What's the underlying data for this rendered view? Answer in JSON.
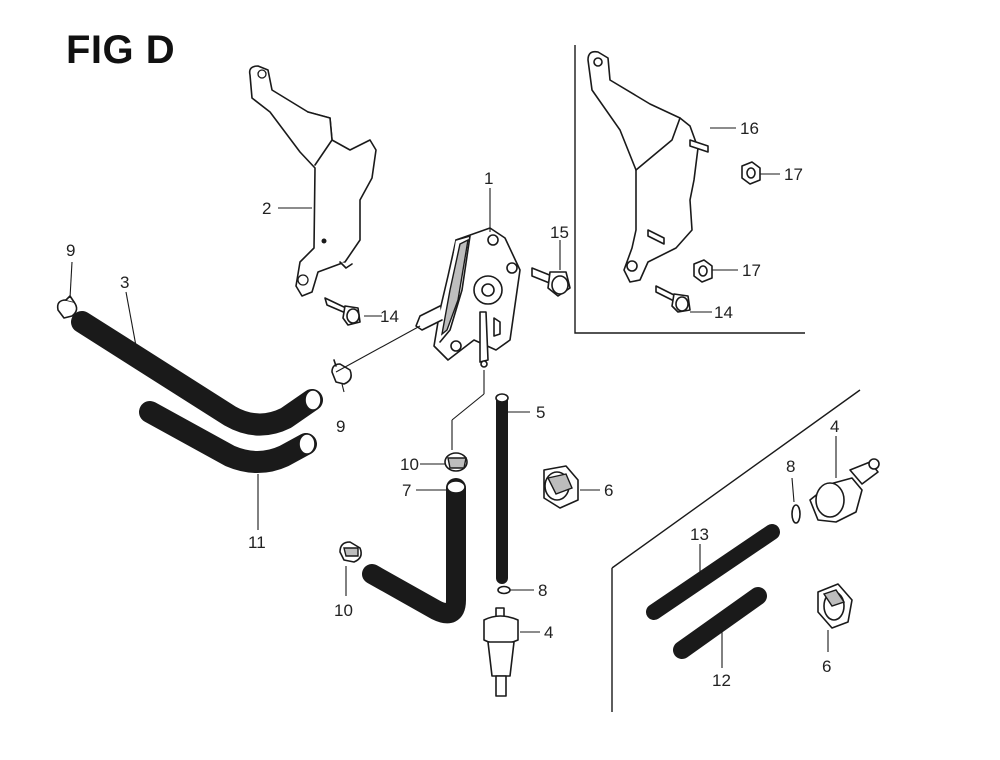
{
  "title": "FIG D",
  "callouts": {
    "c1": "1",
    "c2": "2",
    "c3": "3",
    "c4a": "4",
    "c4b": "4",
    "c5": "5",
    "c6a": "6",
    "c6b": "6",
    "c7": "7",
    "c8a": "8",
    "c8b": "8",
    "c9a": "9",
    "c9b": "9",
    "c10a": "10",
    "c10b": "10",
    "c11": "11",
    "c12": "12",
    "c13": "13",
    "c14a": "14",
    "c14b": "14",
    "c15": "15",
    "c16": "16",
    "c17a": "17",
    "c17b": "17"
  }
}
